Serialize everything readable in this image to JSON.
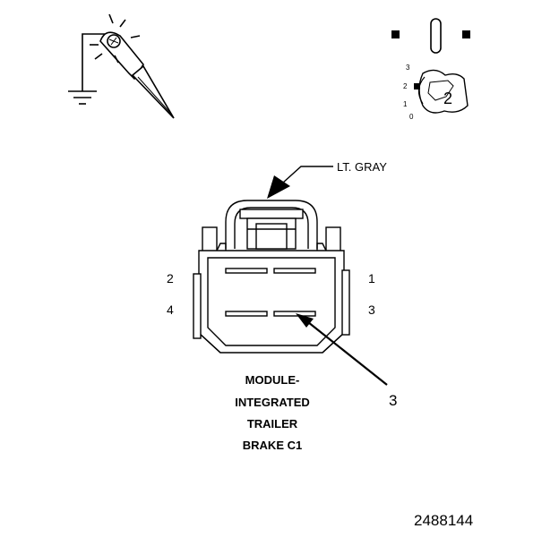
{
  "wire_color_label": "LT. GRAY",
  "pins": {
    "p1": "1",
    "p2": "2",
    "p3": "3",
    "p4": "4"
  },
  "callout_number": "3",
  "module_caption": [
    "MODULE-",
    "INTEGRATED",
    "TRAILER",
    "BRAKE C1"
  ],
  "dmm_knob": {
    "position_label": "2",
    "scale": [
      "3",
      "2",
      "1",
      "0"
    ]
  },
  "figure_id": "2488144",
  "icons": [
    "test-lamp-icon",
    "ground-symbol-icon",
    "dmm-selector-icon"
  ]
}
